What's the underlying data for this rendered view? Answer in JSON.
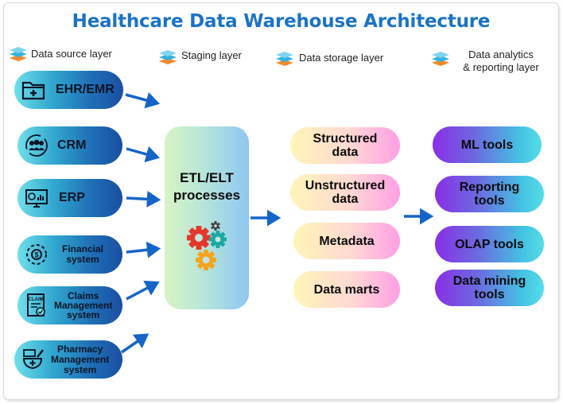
{
  "title": "Healthcare Data Warehouse Architecture",
  "layers": {
    "source": "Data source layer",
    "staging": "Staging layer",
    "storage": "Data storage layer",
    "analytics_line1": "Data analytics",
    "analytics_line2": "& reporting layer"
  },
  "sources": [
    {
      "label": "EHR/EMR",
      "icon": "medical-folder-icon"
    },
    {
      "label": "CRM",
      "icon": "customer-group-icon"
    },
    {
      "label": "ERP",
      "icon": "monitor-dashboard-icon"
    },
    {
      "label_lines": [
        "Financial",
        "system"
      ],
      "icon": "coin-gear-icon"
    },
    {
      "label_lines": [
        "Claims",
        "Management",
        "system"
      ],
      "icon": "claim-document-icon"
    },
    {
      "label_lines": [
        "Pharmacy",
        "Management",
        "system"
      ],
      "icon": "mortar-pestle-icon"
    }
  ],
  "staging": {
    "line1": "ETL/ELT",
    "line2": "processes",
    "icon": "gears-icon"
  },
  "storage": [
    {
      "line1": "Structured",
      "line2": "data"
    },
    {
      "line1": "Unstructured",
      "line2": "data"
    },
    {
      "line1": "Metadata"
    },
    {
      "line1": "Data marts"
    }
  ],
  "analytics": [
    {
      "line1": "ML tools"
    },
    {
      "line1": "Reporting",
      "line2": "tools"
    },
    {
      "line1": "OLAP tools"
    },
    {
      "line1": "Data mining",
      "line2": "tools"
    }
  ],
  "colors": {
    "title": "#1a73c6",
    "arrow": "#1565c8"
  }
}
